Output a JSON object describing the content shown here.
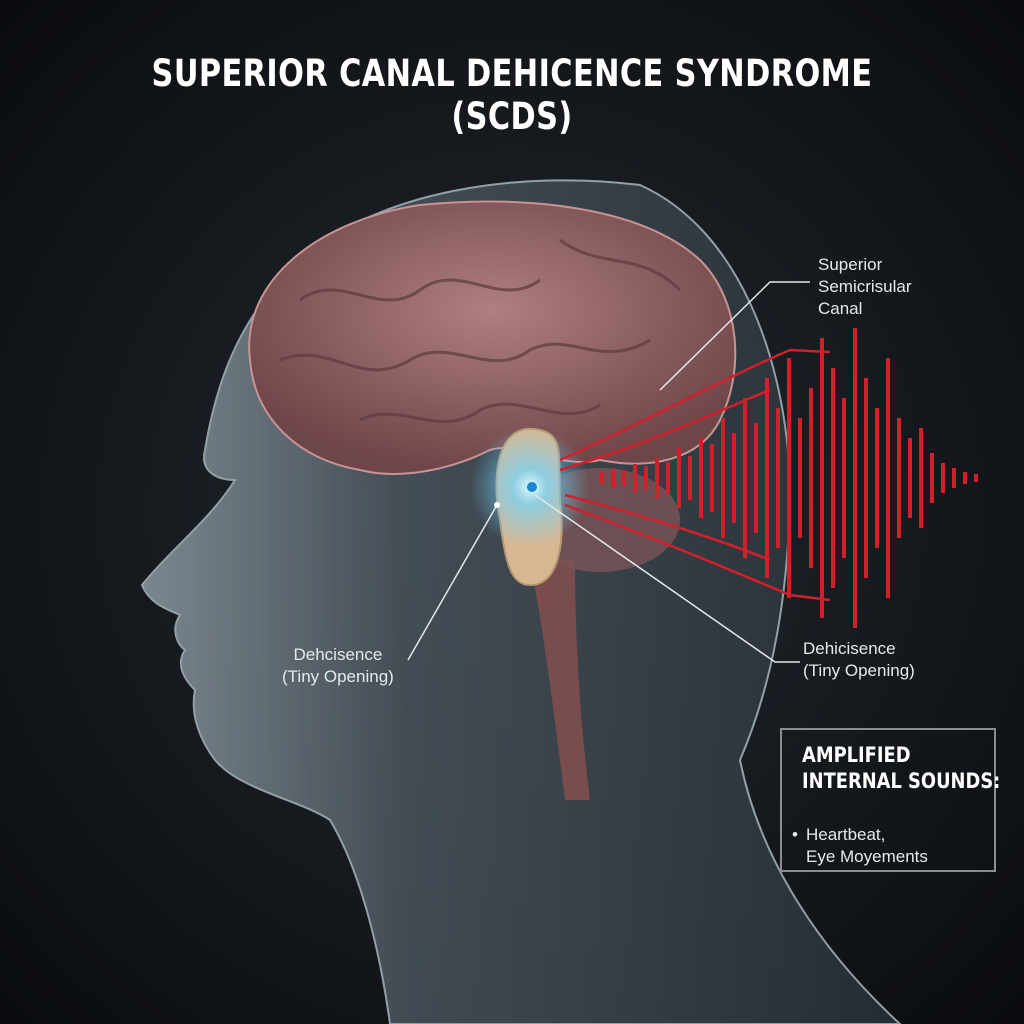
{
  "title": "SUPERIOR CANAL DEHICENCE SYNDROME (SCDS)",
  "labels": {
    "canal": [
      "Superior",
      "Semicrisular",
      "Canal"
    ],
    "dehiscence_left": [
      "Dehcisence",
      "(Tiny Opening)"
    ],
    "dehiscence_right": [
      "Dehicisence",
      "(Tiny Opening)"
    ]
  },
  "info_box": {
    "title_lines": [
      "AMPLIFIED",
      "INTERNAL SOUNDS:"
    ],
    "bullet": "•",
    "items": [
      "Heartbeat,",
      "Eye Moyements"
    ]
  },
  "colors": {
    "background": "#0d1014",
    "brain": "#9a6a6c",
    "waveform": "#d0202a",
    "glow": "#6fd6ff",
    "text": "#ffffff"
  }
}
